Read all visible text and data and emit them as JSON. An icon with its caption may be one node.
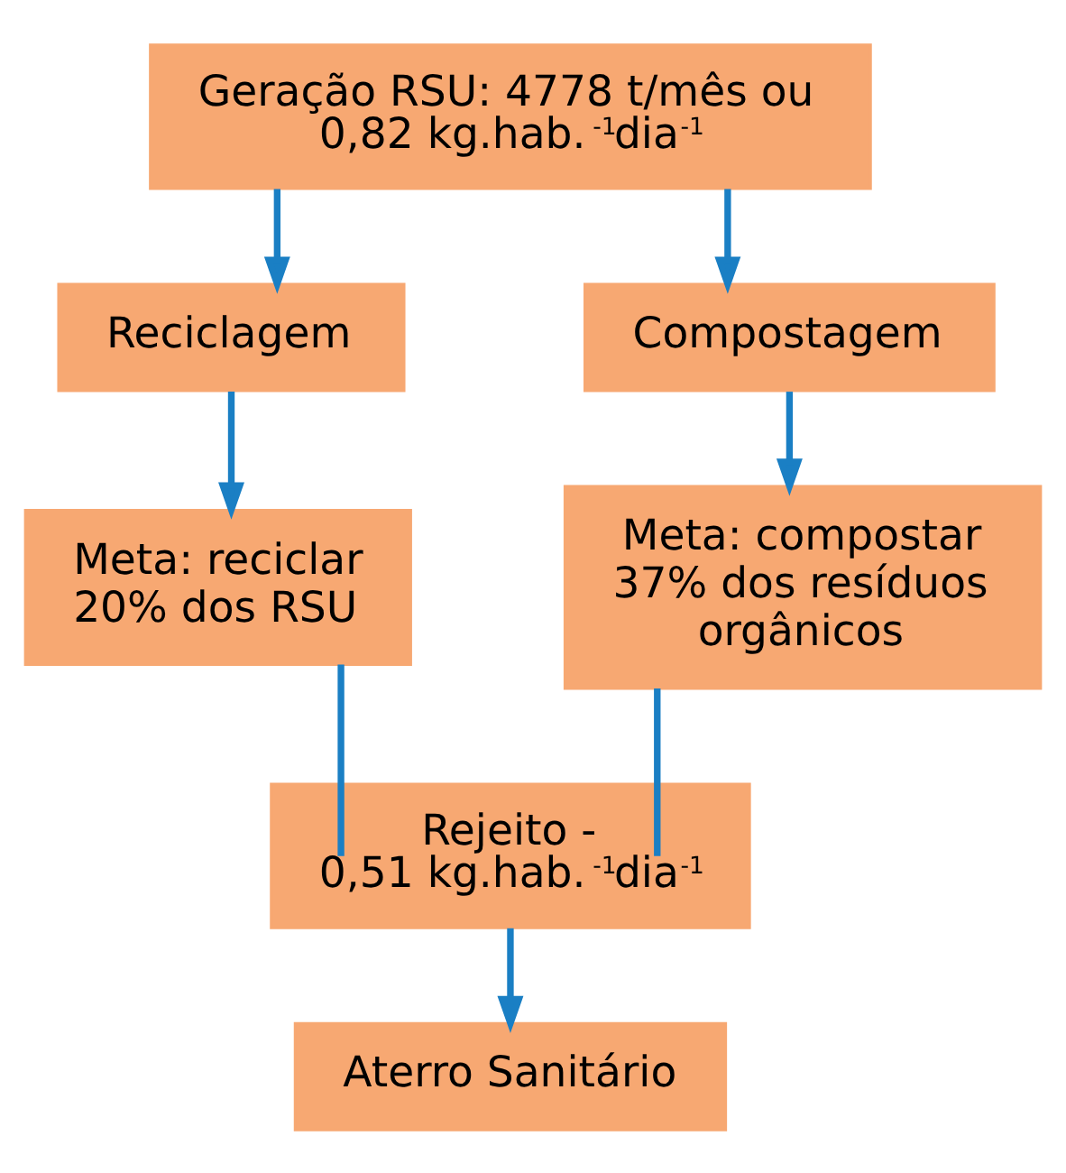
{
  "diagram": {
    "nodes": [
      {
        "text": [
          "Geração RSU: 4778 t/mês ou 0,82 kg.hab.$^{-1}$dia$^{-1}$"
        ]
      },
      {
        "text": [
          "Reciclagem"
        ]
      },
      {
        "text": [
          "Compostagem"
        ]
      },
      {
        "text": [
          "Meta: reciclar 20% dos RSU"
        ]
      },
      {
        "text": [
          "Meta: compostar 37% dos resíduos orgânicos"
        ]
      },
      {
        "text": [
          "Rejeito - 0,51 kg.hab.$^{-1}$dia$^{-1}$"
        ]
      },
      {
        "text": [
          "Aterro Sanitário"
        ]
      }
    ],
    "edges": [
      {
        "from": 0,
        "to": 1,
        "arrow": "to"
      },
      {
        "from": 0,
        "to": 2,
        "arrow": "to"
      },
      {
        "from": 1,
        "to": 3,
        "arrow": "to"
      },
      {
        "from": 2,
        "to": 4,
        "arrow": "to"
      },
      {
        "from": 3,
        "to": 5,
        "arrow": "none"
      },
      {
        "from": 4,
        "to": 5,
        "arrow": "none"
      },
      {
        "from": 5,
        "to": 6,
        "arrow": "to"
      }
    ]
  }
}
